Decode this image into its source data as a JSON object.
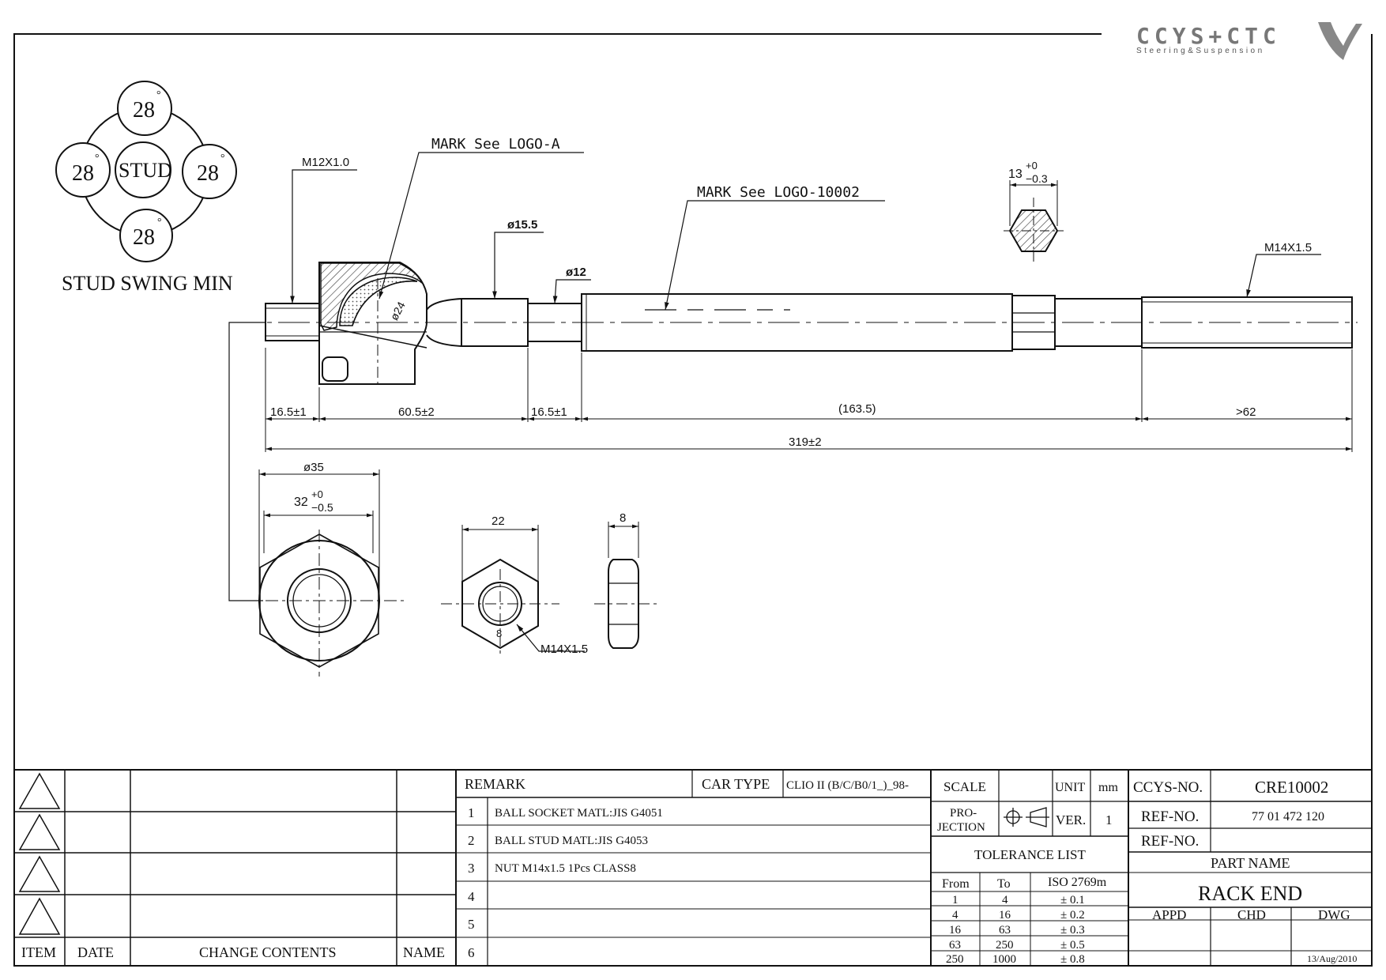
{
  "brand": {
    "logo_text": "CCYS+CTC",
    "tagline": "Steering&Suspension"
  },
  "stud_swing": {
    "center_label": "STUD",
    "angles": [
      "28",
      "28",
      "28",
      "28"
    ],
    "degree_mark": "°",
    "caption": "STUD SWING MIN"
  },
  "labels": {
    "mark_logo_a": "MARK See LOGO-A",
    "mark_logo_part": "MARK See LOGO-10002",
    "thread_stud": "M12X1.0",
    "diam_neck": "ø15.5",
    "diam_shaft": "ø12",
    "diam_ball": "ø24",
    "hex_width": "13",
    "hex_tol_plus": "+0",
    "hex_tol_minus": "−0.3",
    "thread_end": "M14X1.5",
    "dim_stud_len": "16.5±1",
    "dim_socket_len": "60.5±2",
    "dim_neck_len": "16.5±1",
    "dim_shaft_len": "(163.5)",
    "dim_thread_len": ">62",
    "dim_total": "319±2",
    "diam_socket": "ø35",
    "socket_hex": "32",
    "socket_tol_plus": "+0",
    "socket_tol_minus": "−0.5",
    "nut_width": "22",
    "nut_thickness": "8",
    "nut_inner": "8",
    "nut_thread": "M14X1.5"
  },
  "title_block": {
    "revision_headers": [
      "ITEM",
      "DATE",
      "CHANGE CONTENTS",
      "NAME"
    ],
    "remark_header": "REMARK",
    "car_type_label": "CAR TYPE",
    "car_type_value": "CLIO II (B/C/B0/1_)_98-",
    "remarks": [
      {
        "no": "1",
        "text": "BALL SOCKET MATL:JIS G4051"
      },
      {
        "no": "2",
        "text": "BALL STUD MATL:JIS G4053"
      },
      {
        "no": "3",
        "text": "NUT M14x1.5 1Pcs CLASS8"
      },
      {
        "no": "4",
        "text": ""
      },
      {
        "no": "5",
        "text": ""
      },
      {
        "no": "6",
        "text": ""
      }
    ],
    "scale_label": "SCALE",
    "unit_label": "UNIT",
    "unit_value": "mm",
    "projection_label_1": "PRO-",
    "projection_label_2": "JECTION",
    "ver_label": "VER.",
    "ver_value": "1",
    "tolerance_title": "TOLERANCE LIST",
    "tolerance_headers": [
      "From",
      "To",
      "ISO 2769m"
    ],
    "tolerance_rows": [
      [
        "1",
        "4",
        "± 0.1"
      ],
      [
        "4",
        "16",
        "± 0.2"
      ],
      [
        "16",
        "63",
        "± 0.3"
      ],
      [
        "63",
        "250",
        "± 0.5"
      ],
      [
        "250",
        "1000",
        "± 0.8"
      ]
    ],
    "ccys_no_label": "CCYS-NO.",
    "ccys_no_value": "CRE10002",
    "ref_no_label": "REF-NO.",
    "ref_no_value": "77 01 472 120",
    "ref_no2_label": "REF-NO.",
    "ref_no2_value": "",
    "part_name_label": "PART NAME",
    "part_name_value": "RACK END",
    "approval_headers": [
      "APPD",
      "CHD",
      "DWG"
    ],
    "date": "13/Aug/2010"
  },
  "colors": {
    "line": "#111111",
    "hatch": "#333333",
    "logo": "#6e6e6e"
  }
}
